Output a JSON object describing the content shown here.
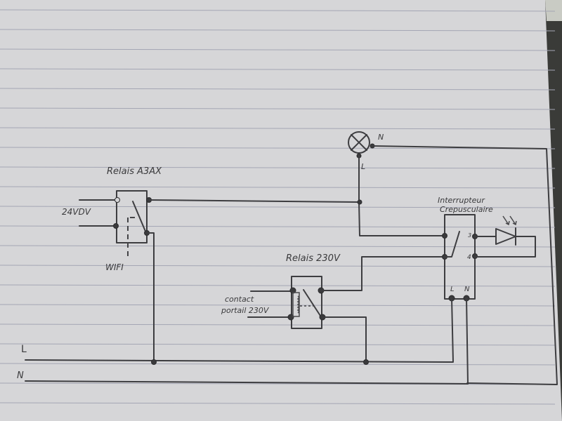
{
  "diagram": {
    "type": "electrical wiring schematic (hand-drawn)",
    "colors": {
      "paper": "#d6d6d8",
      "ink": "#3d3d40",
      "rule_lines": "#a4a6b4",
      "background": "#3a3b38"
    },
    "components": {
      "relay_a3ax": {
        "label": "Relais A3AX",
        "input_label": "24VDV",
        "control_label": "WIFI"
      },
      "lamp": {
        "symbol": "lamp-icon",
        "terminal_n": "N",
        "terminal_l": "L"
      },
      "relay_230v": {
        "label": "Relais 230V",
        "input_label_line1": "contact",
        "input_label_line2": "portail 230V"
      },
      "twilight_switch": {
        "label_line1": "Interrupteur",
        "label_line2": "Crepusculaire",
        "terminal_3": "3",
        "terminal_4": "4",
        "terminal_l": "L",
        "terminal_n": "N",
        "sensor_symbol": "photodiode-icon"
      }
    },
    "supply": {
      "line_label": "L",
      "neutral_label": "N"
    }
  }
}
